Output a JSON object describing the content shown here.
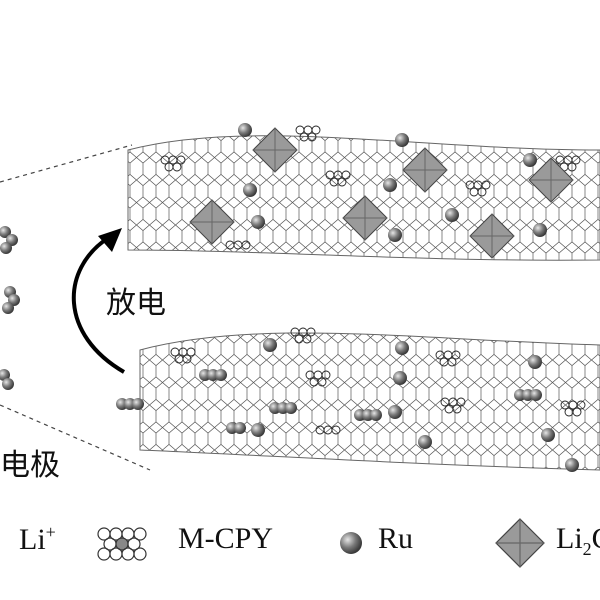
{
  "labels": {
    "discharge": "放电",
    "electrode_partial": "电极"
  },
  "legend": {
    "li": {
      "text": "Li",
      "sup": "+"
    },
    "mcpy": "M-CPY",
    "ru": "Ru",
    "li2c": {
      "pre": "Li",
      "sub": "2",
      "post": "C"
    }
  },
  "colors": {
    "sphere": "#7a7a7a",
    "octahedron": "#8c8c8c",
    "mesh": "#555555",
    "dashed": "#444444"
  }
}
